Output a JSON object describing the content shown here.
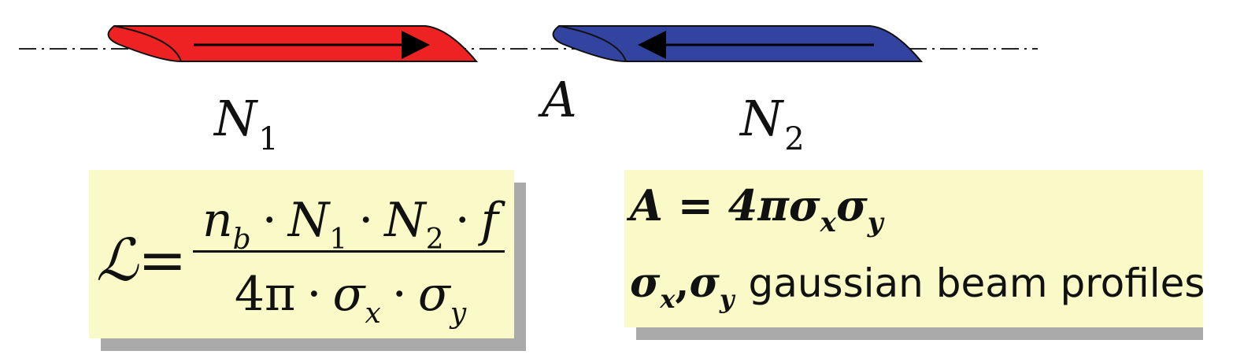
{
  "colors": {
    "beam1": "#ee2222",
    "beam2": "#3344a0",
    "box_fill": "#fafac8",
    "box_shadow": "#aaaaaa"
  },
  "beams": {
    "beam1": {
      "label": "N",
      "subscript": "1"
    },
    "beam2": {
      "label": "N",
      "subscript": "2"
    }
  },
  "interaction_point": {
    "label": "A"
  },
  "luminosity": {
    "lhs": "ℒ=",
    "numerator": {
      "nb": "n",
      "nb_sub": "b",
      "n1": "N",
      "n1_sub": "1",
      "n2": "N",
      "n2_sub": "2",
      "f": "f",
      "dot": "·"
    },
    "denominator": {
      "four_pi": "4π",
      "sx": "σ",
      "sx_sub": "x",
      "sy": "σ",
      "sy_sub": "y",
      "dot": "·"
    }
  },
  "area": {
    "lhs": "A = 4π",
    "sx": "σ",
    "sx_sub": "x",
    "sy": "σ",
    "sy_sub": "y",
    "profile_sx": "σ",
    "profile_sx_sub": "x",
    "comma": ",",
    "profile_sy": "σ",
    "profile_sy_sub": "y",
    "profile_text": "gaussian beam profiles"
  }
}
